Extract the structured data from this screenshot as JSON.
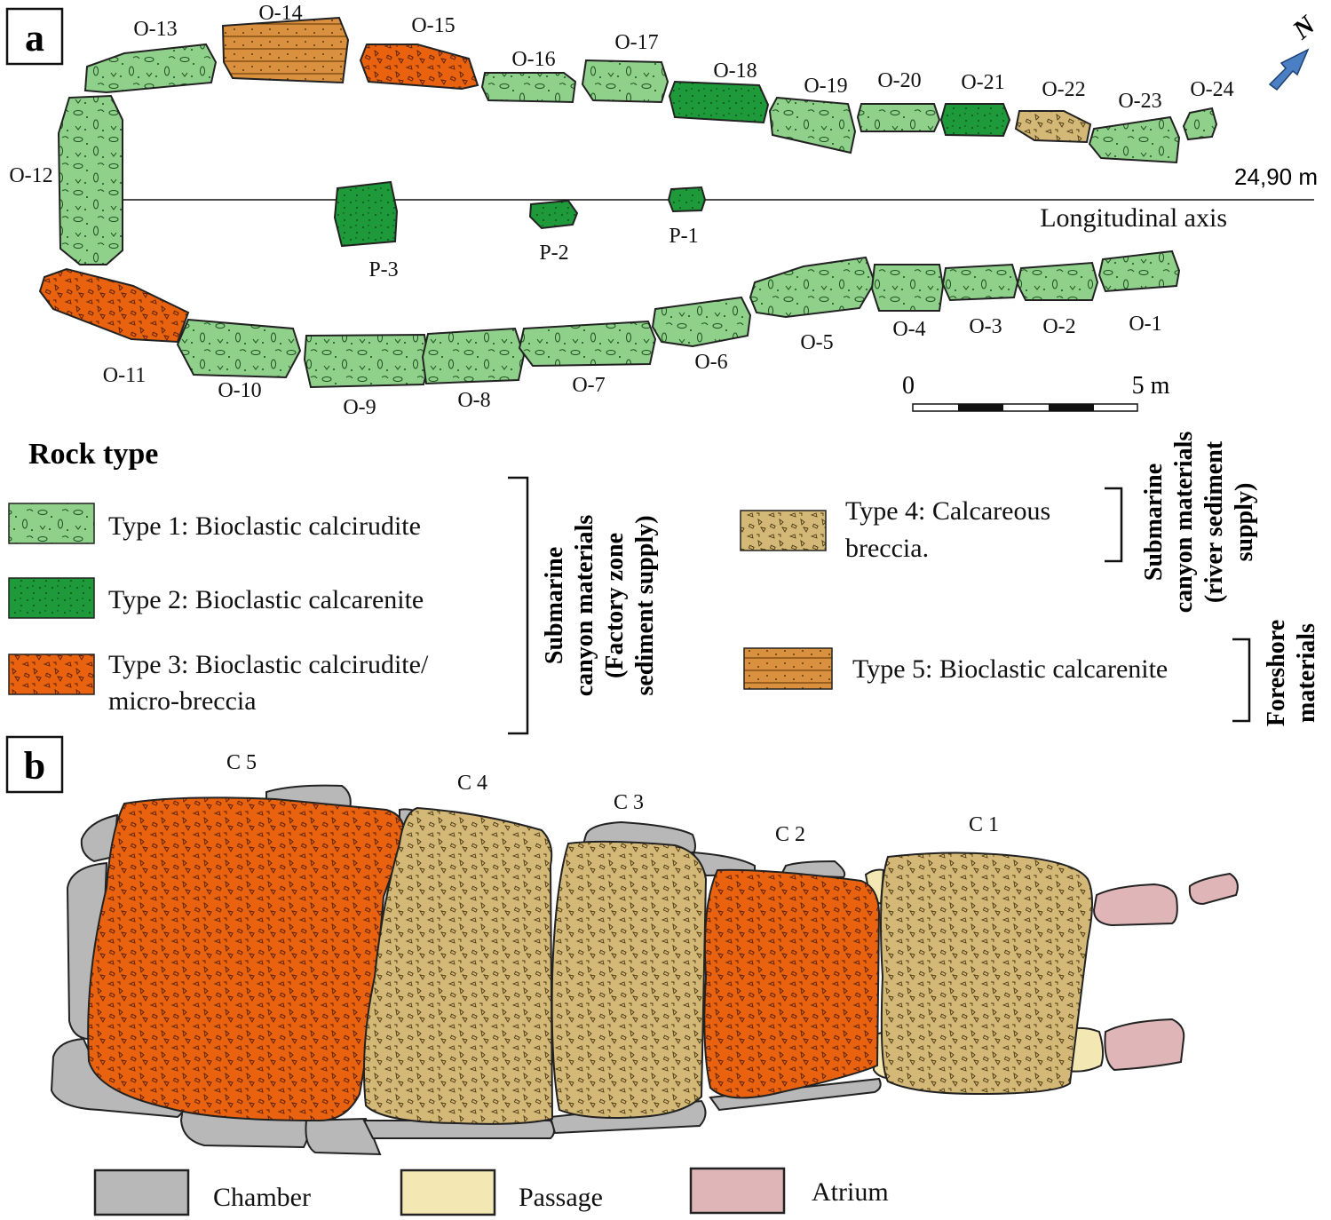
{
  "panel_a": {
    "panel_label": "a",
    "north_label": "N",
    "axis_length_label": "24,90 m",
    "axis_label": "Longitudinal axis",
    "scale": {
      "start_label": "0",
      "end_label": "5 m"
    },
    "orthostats": [
      {
        "id": "O-1",
        "type": 1
      },
      {
        "id": "O-2",
        "type": 1
      },
      {
        "id": "O-3",
        "type": 1
      },
      {
        "id": "O-4",
        "type": 1
      },
      {
        "id": "O-5",
        "type": 1
      },
      {
        "id": "O-6",
        "type": 1
      },
      {
        "id": "O-7",
        "type": 1
      },
      {
        "id": "O-8",
        "type": 1
      },
      {
        "id": "O-9",
        "type": 1
      },
      {
        "id": "O-10",
        "type": 1
      },
      {
        "id": "O-11",
        "type": 3
      },
      {
        "id": "O-12",
        "type": 1
      },
      {
        "id": "O-13",
        "type": 1
      },
      {
        "id": "O-14",
        "type": 5
      },
      {
        "id": "O-15",
        "type": 3
      },
      {
        "id": "O-16",
        "type": 1
      },
      {
        "id": "O-17",
        "type": 1
      },
      {
        "id": "O-18",
        "type": 2
      },
      {
        "id": "O-19",
        "type": 1
      },
      {
        "id": "O-20",
        "type": 1
      },
      {
        "id": "O-21",
        "type": 2
      },
      {
        "id": "O-22",
        "type": 4
      },
      {
        "id": "O-23",
        "type": 1
      },
      {
        "id": "O-24",
        "type": 1
      }
    ],
    "pillars": [
      {
        "id": "P-1",
        "type": 2
      },
      {
        "id": "P-2",
        "type": 2
      },
      {
        "id": "P-3",
        "type": 2
      }
    ]
  },
  "legend": {
    "title": "Rock type",
    "type1": "Type 1: Bioclastic calcirudite",
    "type2": "Type 2: Bioclastic calcarenite",
    "type3_line1": "Type 3: Bioclastic calcirudite/",
    "type3_line2": "micro-breccia",
    "type4_line1": "Type 4: Calcareous",
    "type4_line2": "breccia.",
    "type5": "Type 5: Bioclastic calcarenite",
    "group1_line1": "Submarine",
    "group1_line2": "canyon materials",
    "group1_line3": "(Factory zone",
    "group1_line4": "sediment supply)",
    "group2_line1": "Submarine",
    "group2_line2": "canyon materials",
    "group2_line3": "(river sediment",
    "group2_line4": "supply)",
    "group3_line1": "Foreshore",
    "group3_line2": "materials"
  },
  "panel_b": {
    "panel_label": "b",
    "chambers": [
      "C 5",
      "C 4",
      "C 3",
      "C 2",
      "C 1"
    ],
    "legend": {
      "chamber": "Chamber",
      "passage": "Passage",
      "atrium": "Atrium"
    }
  },
  "colors": {
    "type1": "#8fd18b",
    "type2": "#1f9a3a",
    "type3": "#e8620f",
    "type4": "#d4b877",
    "type5": "#d9913f",
    "chamber": "#b8b8b8",
    "passage": "#f3e7b3",
    "atrium": "#dfb5b8",
    "north_arrow": "#4a7fc4"
  }
}
